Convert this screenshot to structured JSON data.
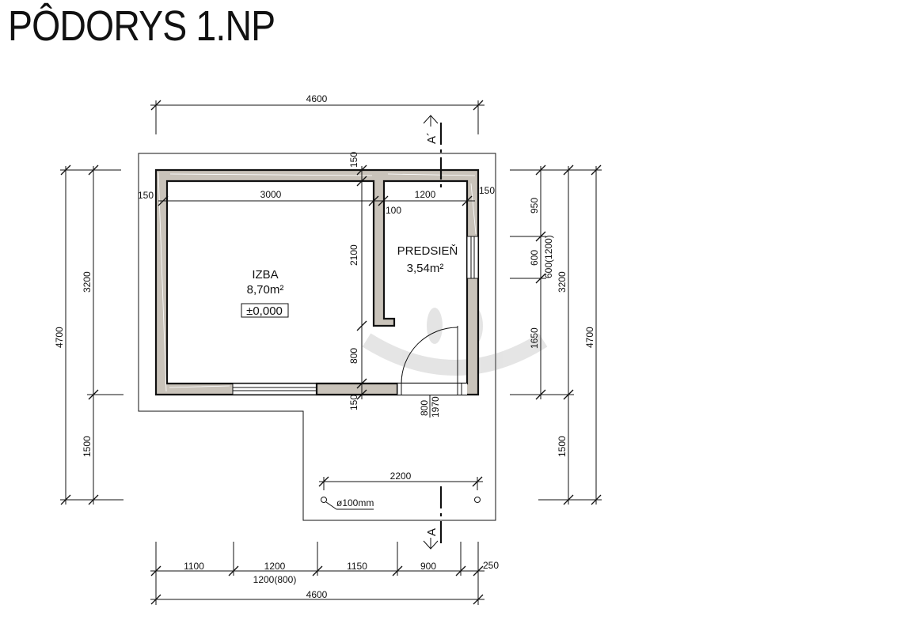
{
  "title": "PÔDORYS 1.NP",
  "rooms": {
    "izba": {
      "name": "IZBA",
      "area": "8,70m²",
      "level": "±0,000"
    },
    "predsien": {
      "name": "PREDSIEŇ",
      "area": "3,54m²"
    }
  },
  "section_marks": {
    "top": "A´",
    "bottom": "A"
  },
  "pipe_note": "ø100mm",
  "dims": {
    "top_total": "4600",
    "izba_width": "3000",
    "predsien_width": "1200",
    "wall_left": "150",
    "wall_right": "150",
    "wall_top": "150",
    "partition": "100",
    "partition_height": "2100",
    "door_jamb": "800",
    "wall_bottom": "150",
    "door_width": "800",
    "door_height": "1970",
    "terrace_width": "2200",
    "left_total": "4700",
    "left_house": "3200",
    "left_terrace": "1500",
    "right_top": "950",
    "right_window": "600",
    "right_window_outer": "600(1200)",
    "right_lower": "1650",
    "right_house": "3200",
    "right_terrace": "1500",
    "right_total": "4700",
    "bottom_1": "1100",
    "bottom_2": "1200",
    "bottom_3": "1150",
    "bottom_4": "900",
    "bottom_5": "250",
    "bottom_window": "1200(800)",
    "bottom_total": "4600"
  }
}
